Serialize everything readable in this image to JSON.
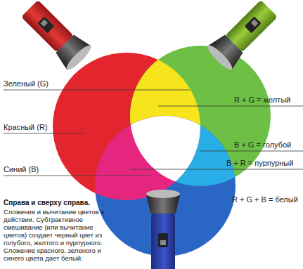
{
  "diagram": {
    "caption": "Сложение и вычитание цветов в действии. Субтрактивное смешивание (или вычитание цветов) создает черный цвет из голубого, желтого и пурпурного. Сложение красного, зеленого и синего цвета дает белый.",
    "labels": [
      "Зеленый (G)",
      "Красный (R)",
      "Синий (B)",
      "R + G = желтый",
      "B + G = голубой",
      "B + R = пурпурный",
      "R + G + B = белый",
      "Справа и сверху справа."
    ]
  }
}
